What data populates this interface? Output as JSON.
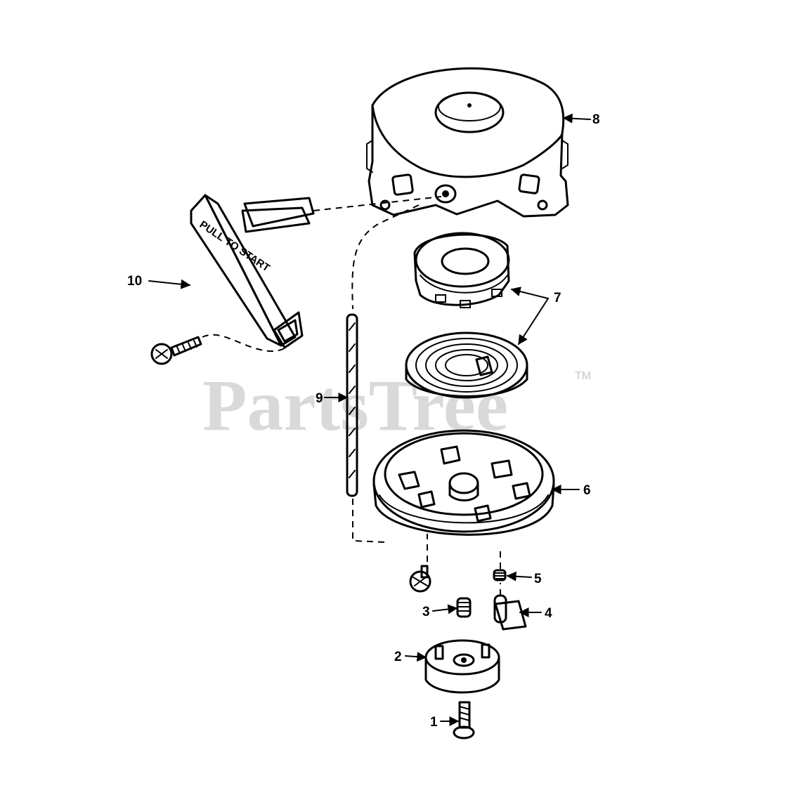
{
  "watermark": {
    "text": "PartsTree",
    "trademark": "TM"
  },
  "handle_text": "PULL TO START",
  "callouts": [
    {
      "id": "1",
      "label": "1"
    },
    {
      "id": "2",
      "label": "2"
    },
    {
      "id": "3",
      "label": "3"
    },
    {
      "id": "4",
      "label": "4"
    },
    {
      "id": "5",
      "label": "5"
    },
    {
      "id": "6",
      "label": "6"
    },
    {
      "id": "7",
      "label": "7"
    },
    {
      "id": "8",
      "label": "8"
    },
    {
      "id": "9",
      "label": "9"
    },
    {
      "id": "10",
      "label": "10"
    }
  ]
}
